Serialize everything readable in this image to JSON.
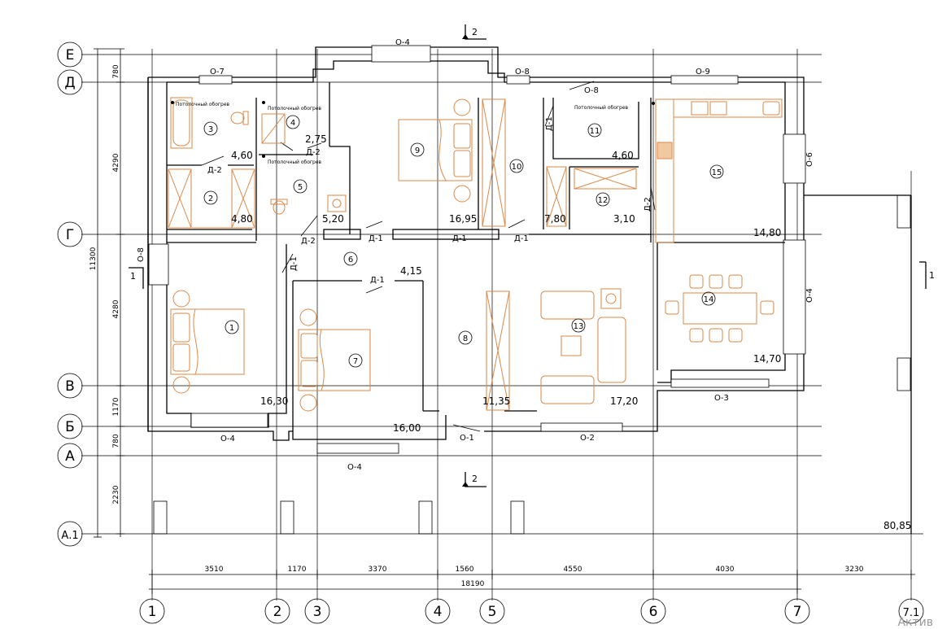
{
  "axes_letters": [
    "Е",
    "Д",
    "Г",
    "В",
    "Б",
    "А",
    "А.1"
  ],
  "axes_numbers": [
    "1",
    "2",
    "3",
    "4",
    "5",
    "6",
    "7",
    "7.1"
  ],
  "dims_bottom": [
    "3510",
    "1170",
    "3370",
    "1560",
    "4550",
    "4030",
    "3230"
  ],
  "dim_total_bottom": "18190",
  "dims_left": [
    "780",
    "4290",
    "4280",
    "1170",
    "780",
    "2230"
  ],
  "dim_total_left": "11300",
  "rooms": [
    {
      "n": "1",
      "area": "16,30"
    },
    {
      "n": "2",
      "area": "4,80"
    },
    {
      "n": "3",
      "area": "4,60"
    },
    {
      "n": "4",
      "area": "2,75"
    },
    {
      "n": "5",
      "area": "5,20"
    },
    {
      "n": "6",
      "area": "4,15"
    },
    {
      "n": "7",
      "area": "16,00"
    },
    {
      "n": "8",
      "area": "11,35"
    },
    {
      "n": "9",
      "area": "16,95"
    },
    {
      "n": "10",
      "area": "7,80"
    },
    {
      "n": "11",
      "area": "4,60"
    },
    {
      "n": "12",
      "area": "3,10"
    },
    {
      "n": "13",
      "area": "17,20"
    },
    {
      "n": "14",
      "area": "14,70"
    },
    {
      "n": "15",
      "area": "14,80"
    }
  ],
  "total_area": "80,85",
  "windows": [
    "О-7",
    "О-4",
    "О-8",
    "О-8",
    "О-9",
    "О-6",
    "О-8",
    "О-4",
    "О-3",
    "О-4",
    "О-1",
    "О-2",
    "О-4"
  ],
  "doors": [
    "Д-2",
    "Д-2",
    "Д-2",
    "Д-1",
    "Д-1",
    "Д-1",
    "Д-1",
    "Д-1",
    "Д-1",
    "Д-2"
  ],
  "section_mark": "2",
  "section_mark_side": "1",
  "ceiling_heater": "Потолочный обогрев",
  "watermark": "Актив"
}
